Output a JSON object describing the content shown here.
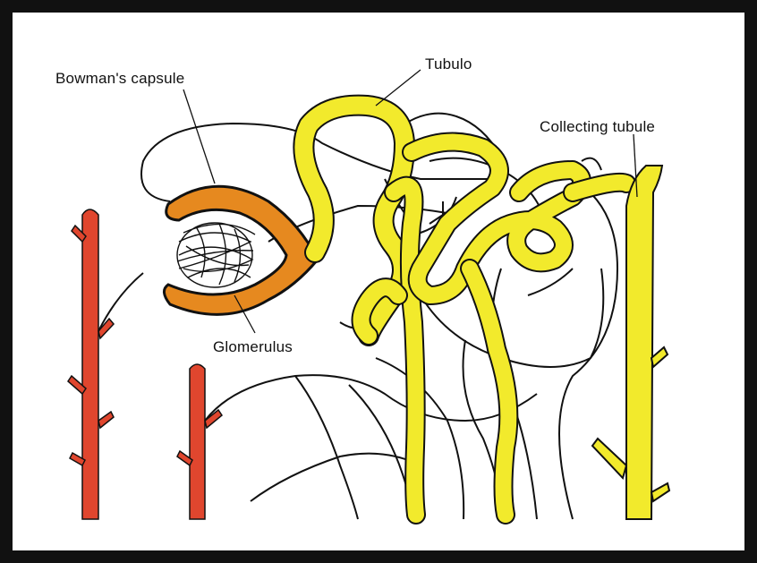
{
  "labels": {
    "bowmans_capsule": "Bowman's capsule",
    "tubule": "Tubulo",
    "collecting_tubule": "Collecting tubule",
    "glomerulus": "Glomerulus"
  },
  "colors": {
    "frame": "#111111",
    "background": "#ffffff",
    "vessel": "#e0462e",
    "tubule": "#f2ea2c",
    "capsule": "#e6891f",
    "outline": "#111111"
  }
}
